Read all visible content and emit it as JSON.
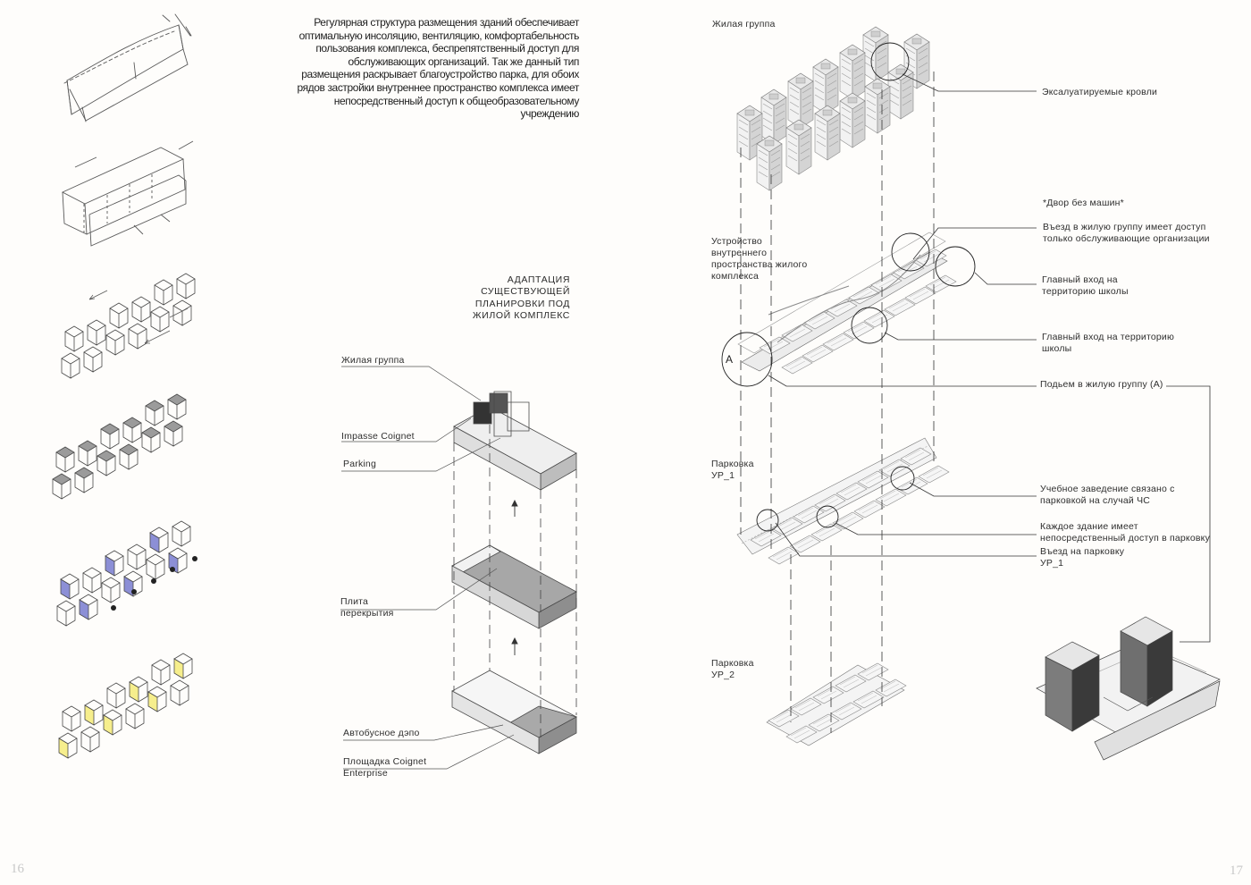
{
  "left_page": {
    "page_number": "16",
    "intro_text": "Регулярная структура размещения зданий обеспечивает оптимальную инсоляцию, вентиляцию, комфортабельность пользования комплекса, беспрепятственный доступ для обслуживающих организаций. Так же данный тип размещения раскрывает благоустройство парка, для обоих рядов застройки внутреннее пространство комплекса имеет непосредственный доступ к общеобразовательному учреждению",
    "adaptation_title": "АДАПТАЦИЯ СУЩЕСТВУЮЩЕЙ ПЛАНИРОВКИ ПОД ЖИЛОЙ КОМПЛЕКС",
    "exploded_labels": {
      "residential_group": "Жилая группа",
      "impasse": "Impasse Coignet",
      "parking": "Parking",
      "slab_line1": "Плита",
      "slab_line2": "перекрытия",
      "bus_depot": "Автобусное дэпо",
      "coignet_line1": "Площадка Coignet",
      "coignet_line2": "Enterprise"
    }
  },
  "right_page": {
    "page_number": "17",
    "level_labels": {
      "residential_group": "Жилая группа",
      "courtyard_line1": "Устройство",
      "courtyard_line2": "внутреннего",
      "courtyard_line3": "пространства жилого",
      "courtyard_line4": "комплекса",
      "parking1_line1": "Парковка",
      "parking1_line2": "УР_1",
      "parking2_line1": "Парковка",
      "parking2_line2": "УР_2"
    },
    "annotations": {
      "roofs": "Эксалуатируемые кровли",
      "no_cars": "*Двор без машин*",
      "entry_line1": "Въезд в жилую группу имеет доступ",
      "entry_line2": "только обслуживающие организации",
      "school_main_line1": "Главный вход на",
      "school_main_line2": "территорию школы",
      "school_main2_line1": "Главный вход на территорию",
      "school_main2_line2": "школы",
      "ramp": "Подьем в жилую группу (A)",
      "school_parking_line1": "Учебное заведение связано с",
      "school_parking_line2": "парковкой на случай ЧС",
      "direct_access_line1": "Каждое здание имеет",
      "direct_access_line2": "непосредственный доступ в парковку",
      "parking_entry_line1": "Въезд на парковку",
      "parking_entry_line2": "УР_1",
      "marker_a": "A"
    }
  },
  "colors": {
    "accent_purple": "#8c8fd6",
    "accent_yellow": "#f6ee8c",
    "dark_box": "#3a3a3a",
    "slab_grey": "#9a9a9a"
  }
}
